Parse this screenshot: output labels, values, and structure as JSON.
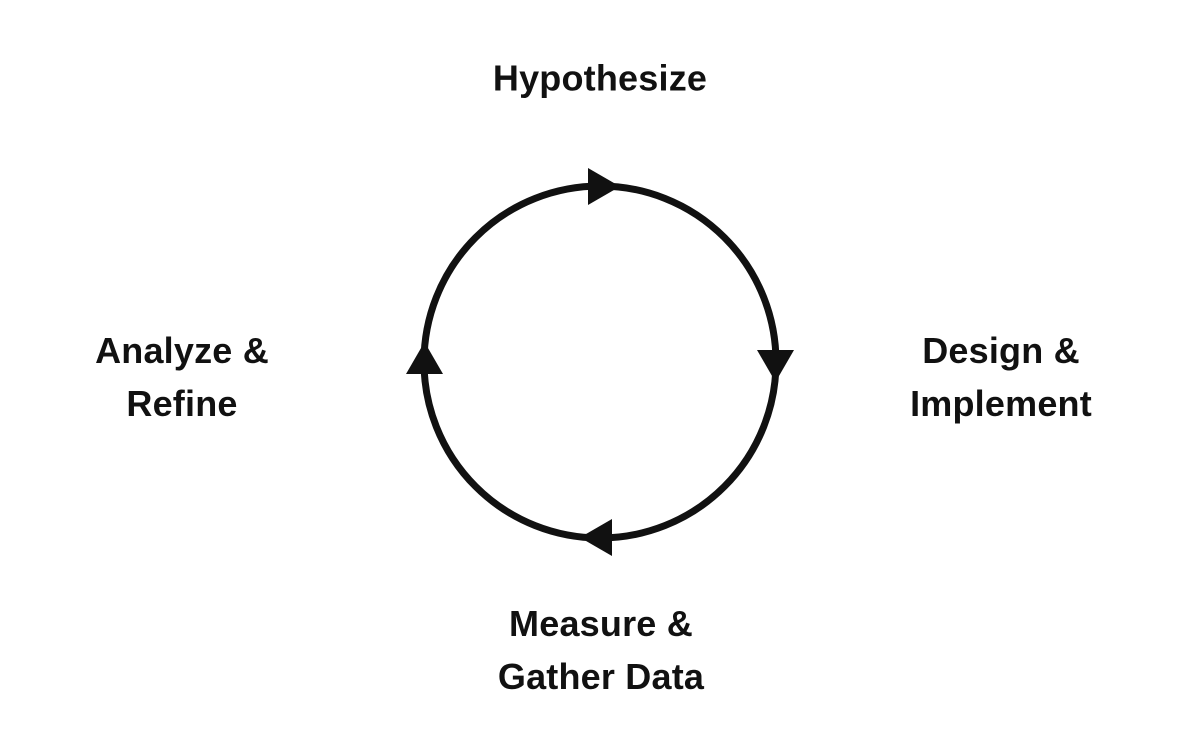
{
  "diagram": {
    "type": "cycle",
    "direction": "clockwise",
    "colors": {
      "background": "#ffffff",
      "stroke": "#111111",
      "text": "#111111"
    },
    "nodes": [
      {
        "id": "top",
        "position": "top",
        "label": "Hypothesize"
      },
      {
        "id": "right",
        "position": "right",
        "label": "Design &\nImplement"
      },
      {
        "id": "bottom",
        "position": "bottom",
        "label": "Measure &\nGather Data"
      },
      {
        "id": "left",
        "position": "left",
        "label": "Analyze &\nRefine"
      }
    ]
  }
}
